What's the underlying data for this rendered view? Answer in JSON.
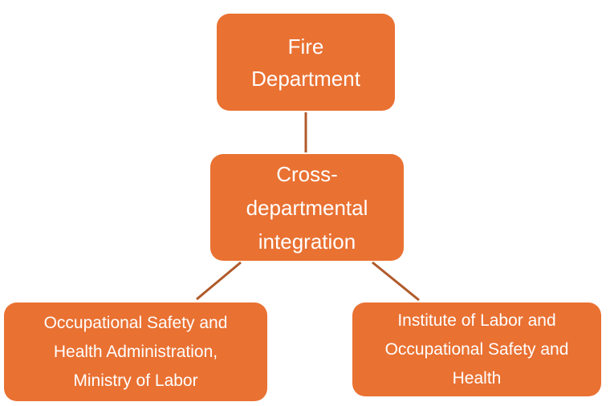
{
  "colors": {
    "node_fill": "#E97132",
    "connector": "#B05A2A",
    "text": "#FFFFFF"
  },
  "nodes": {
    "top": {
      "lines": [
        "Fire",
        "Department"
      ]
    },
    "middle": {
      "lines": [
        "Cross-",
        "departmental",
        "integration"
      ]
    },
    "left": {
      "lines": [
        "Occupational Safety and",
        "Health Administration,",
        "Ministry of Labor"
      ]
    },
    "right": {
      "lines": [
        "Institute of Labor and",
        "Occupational Safety and",
        "Health"
      ]
    }
  }
}
